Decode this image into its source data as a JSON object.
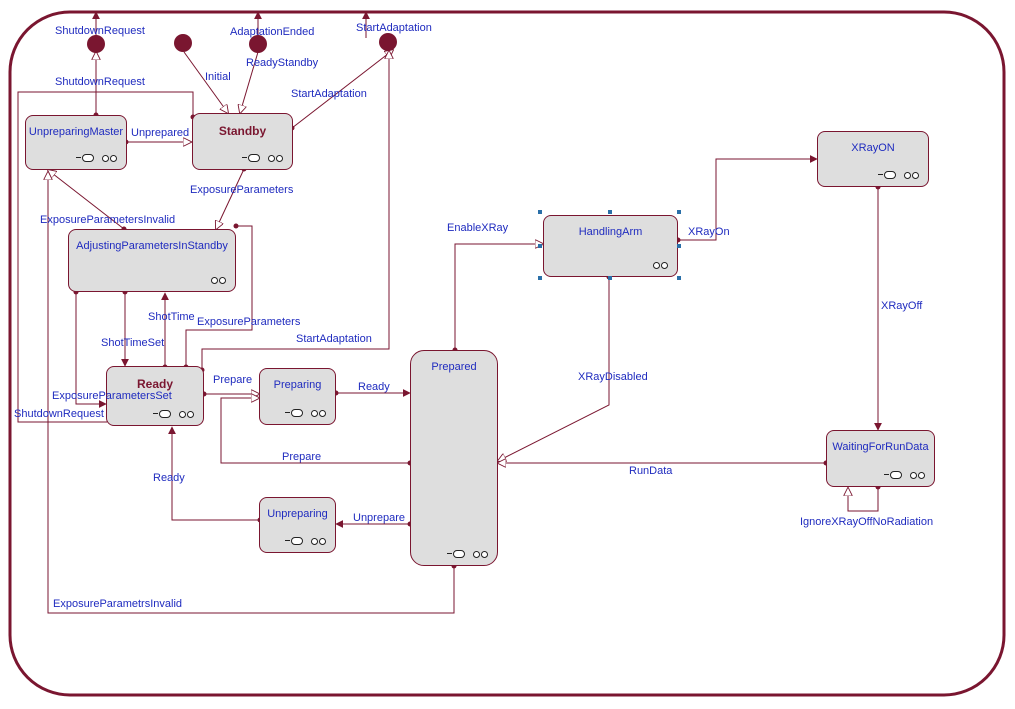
{
  "states": {
    "unpreparing_master": "UnpreparingMaster",
    "standby": "Standby",
    "adjusting": "AdjustingParametersInStandby",
    "ready": "Ready",
    "preparing": "Preparing",
    "unpreparing": "Unpreparing",
    "prepared": "Prepared",
    "handling_arm": "HandlingArm",
    "xray_on": "XRayON",
    "waiting": "WaitingForRunData"
  },
  "pseudo": {
    "shutdown_request": "ShutdownRequest",
    "adaptation_ended": "AdaptationEnded",
    "start_adaptation": "StartAdaptation"
  },
  "transitions": {
    "shutdown_request": "ShutdownRequest",
    "initial": "Initial",
    "ready_standby": "ReadyStandby",
    "start_adaptation": "StartAdaptation",
    "unprepared": "Unprepared",
    "exposure_parameters": "ExposureParameters",
    "exposure_parameters_invalid": "ExposureParametersInvalid",
    "shot_time": "ShotTime",
    "exposure_parameters_2": "ExposureParameters",
    "start_adaptation_2": "StartAdaptation",
    "shot_time_set": "ShotTimeSet",
    "exposure_parameters_set": "ExposureParametersSet",
    "shutdown_request_2": "ShutdownRequest",
    "prepare": "Prepare",
    "ready": "Ready",
    "prepare_back": "Prepare",
    "ready_back": "Ready",
    "unprepare": "Unprepare",
    "enable_xray": "EnableXRay",
    "xray_on": "XRayOn",
    "xray_off": "XRayOff",
    "xray_disabled": "XRayDisabled",
    "run_data": "RunData",
    "ignore": "IgnoreXRayOffNoRadiation",
    "exposure_invalid_bottom": "ExposureParametrsInvalid"
  },
  "colors": {
    "line": "#7a1630",
    "label": "#1f2bbf",
    "state_fill": "#dedede",
    "handle": "#2a6fa8"
  }
}
